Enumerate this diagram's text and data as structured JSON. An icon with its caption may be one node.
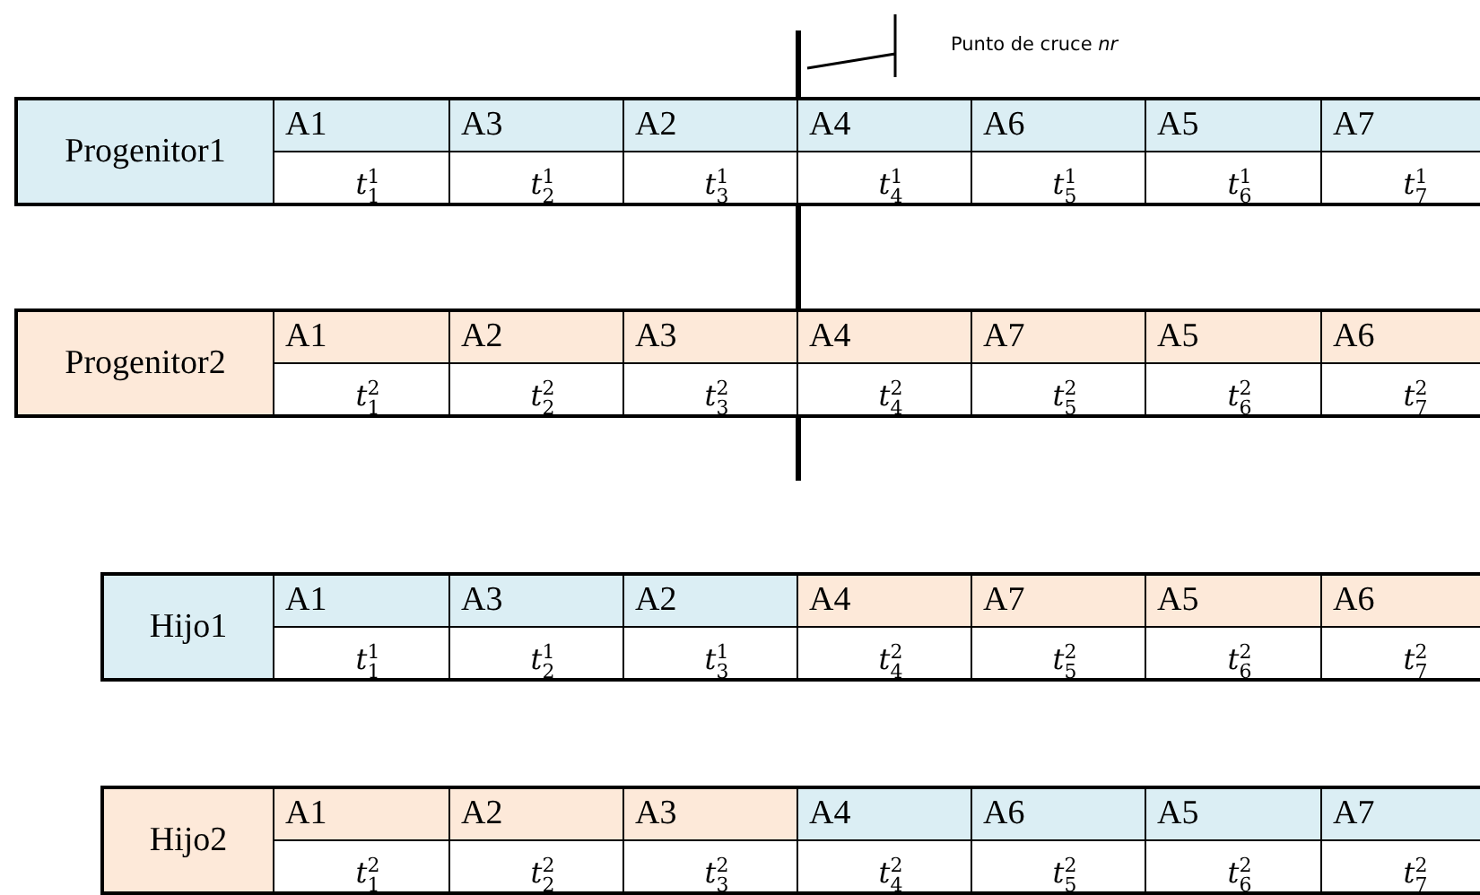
{
  "diagram": {
    "labels": [
      "Punto de cruce *nr*",
      "Progenitor1",
      "A1",
      "A3",
      "A2",
      "A4",
      "A6",
      "A5",
      "A7",
      "*t*$^{1}$$_{1}$",
      "*t*$^{1}$$_{2}$",
      "*t*$^{1}$$_{3}$",
      "*t*$^{1}$$_{4}$",
      "*t*$^{1}$$_{5}$",
      "*t*$^{1}$$_{6}$",
      "*t*$^{1}$$_{7}$",
      "Progenitor2",
      "A1",
      "A2",
      "A3",
      "A4",
      "A7",
      "A5",
      "A6",
      "*t*$^{2}$$_{1}$",
      "*t*$^{2}$$_{2}$",
      "*t*$^{2}$$_{3}$",
      "*t*$^{2}$$_{4}$",
      "*t*$^{2}$$_{5}$",
      "*t*$^{2}$$_{6}$",
      "*t*$^{2}$$_{7}$",
      "Hijo1",
      "A1",
      "A3",
      "A2",
      "A4",
      "A7",
      "A5",
      "A6",
      "*t*$^{1}$$_{1}$",
      "*t*$^{1}$$_{2}$",
      "*t*$^{1}$$_{3}$",
      "*t*$^{2}$$_{4}$",
      "*t*$^{2}$$_{5}$",
      "*t*$^{2}$$_{6}$",
      "*t*$^{2}$$_{7}$",
      "Hijo2",
      "A1",
      "A2",
      "A3",
      "A4",
      "A6",
      "A5",
      "A7",
      "*t*$^{2}$$_{1}$",
      "*t*$^{2}$$_{2}$",
      "*t*$^{2}$$_{3}$",
      "*t*$^{2}$$_{4}$",
      "*t*$^{2}$$_{5}$",
      "*t*$^{2}$$_{6}$",
      "*t*$^{2}$$_{7}$"
    ]
  }
}
